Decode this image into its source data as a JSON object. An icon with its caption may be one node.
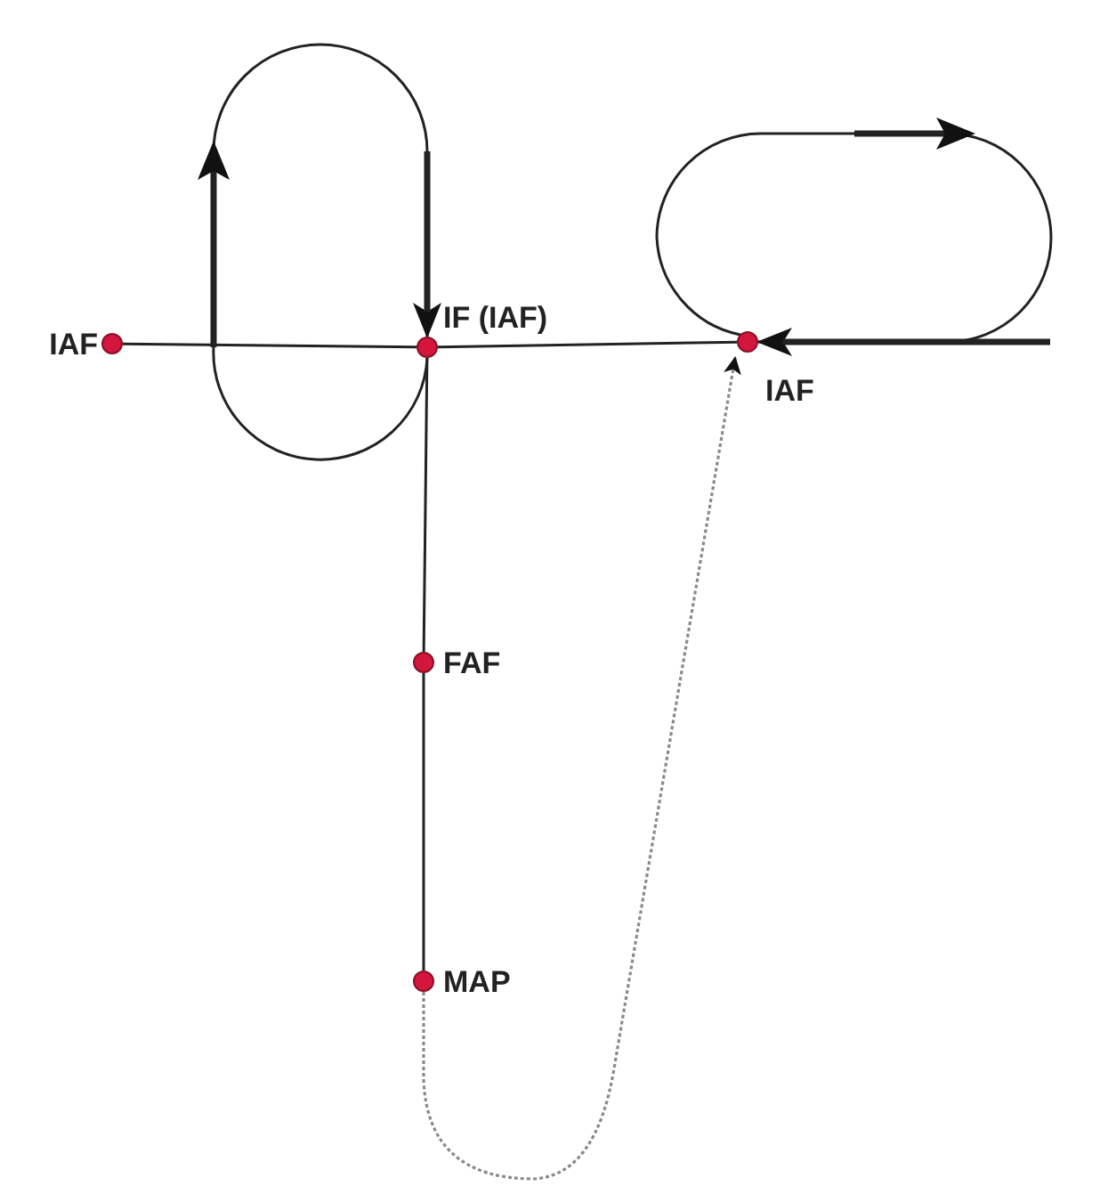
{
  "diagram": {
    "nodes": [
      {
        "text": [],
        "shape": "circle",
        "beside": [
          "IAF"
        ]
      },
      {
        "text": [],
        "shape": "circle",
        "beside": [
          "IF (IAF)"
        ]
      },
      {
        "text": [],
        "shape": "circle",
        "beside": [
          "IAF"
        ]
      },
      {
        "text": [],
        "shape": "circle",
        "beside": [
          "FAF"
        ]
      },
      {
        "text": [],
        "shape": "circle",
        "beside": [
          "MAP"
        ]
      }
    ],
    "edges": [
      {
        "from": 0,
        "to": 1,
        "arrow": "none"
      },
      {
        "from": 1,
        "to": 2,
        "arrow": "none"
      },
      {
        "from": 1,
        "to": 3,
        "arrow": "none"
      },
      {
        "from": 3,
        "to": 4,
        "arrow": "none"
      },
      {
        "from": 1,
        "to": 1,
        "arrow": "to"
      },
      {
        "from": 2,
        "to": 2,
        "arrow": "to"
      },
      {
        "from": 4,
        "to": 2,
        "arrow": "to",
        "style": "dashed",
        "color": "#8a8a8a"
      }
    ]
  }
}
